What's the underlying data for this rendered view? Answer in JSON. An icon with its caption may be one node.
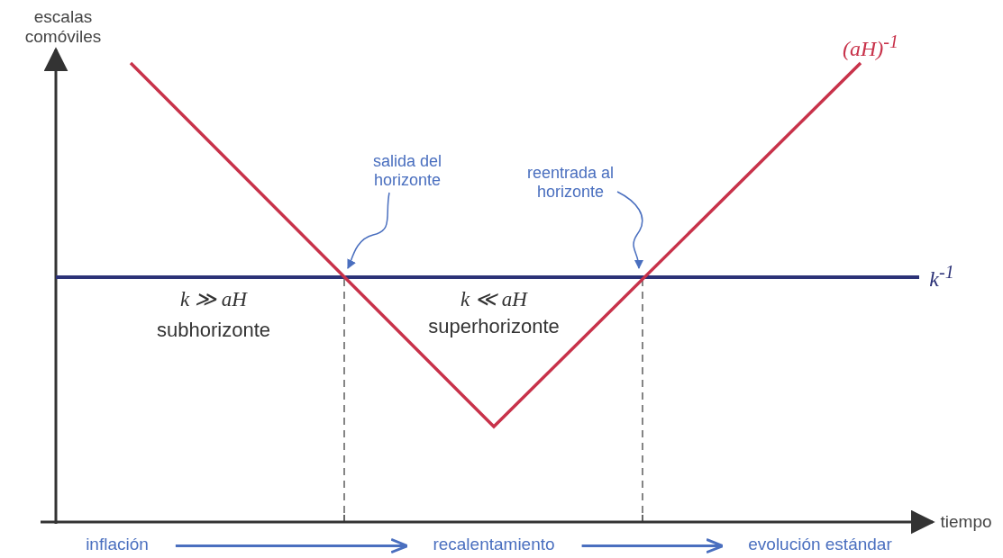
{
  "diagram": {
    "nodes": [
      {
        "text": [
          "salida del horizonte"
        ]
      },
      {
        "text": [
          "reentrada al horizonte"
        ]
      },
      {
        "text": [
          "inflación"
        ]
      },
      {
        "text": [
          "recalentamiento"
        ]
      },
      {
        "text": [
          "evolución estándar"
        ]
      }
    ],
    "edges": [
      {
        "from": 0,
        "to": null,
        "arrow": "to"
      },
      {
        "from": 1,
        "to": null,
        "arrow": "to"
      },
      {
        "from": 2,
        "to": 3,
        "arrow": "to"
      },
      {
        "from": 3,
        "to": 4,
        "arrow": "to"
      }
    ],
    "labels": [
      "escalas comóviles",
      "(aH)$^{-1}$",
      "k$^{-1}$",
      "k ≫ aH",
      "subhorizonte",
      "k ≪ aH",
      "superhorizonte",
      "tiempo"
    ]
  }
}
